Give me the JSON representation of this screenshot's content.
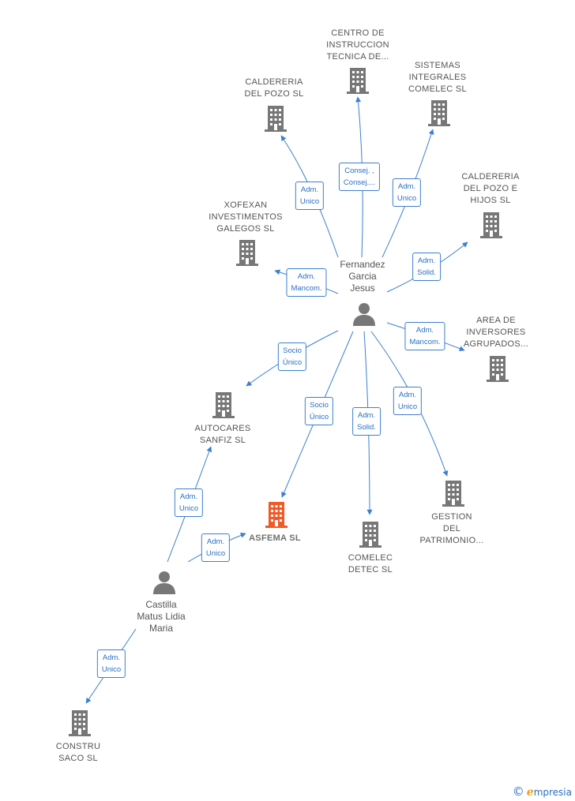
{
  "companies": {
    "centro": {
      "label": "CENTRO DE\nINSTRUCCION\nTECNICA DE...",
      "color": "#777777"
    },
    "calderera_pozo_sl": {
      "label": "CALDERERIA\nDEL POZO  SL",
      "color": "#777777"
    },
    "sistemas": {
      "label": "SISTEMAS\nINTEGRALES\nCOMELEC SL",
      "color": "#777777"
    },
    "calderera_hijos": {
      "label": "CALDERERIA\nDEL POZO E\nHIJOS  SL",
      "color": "#777777"
    },
    "xofexan": {
      "label": "XOFEXAN\nINVESTIMENTOS\nGALEGOS SL",
      "color": "#777777"
    },
    "area": {
      "label": "AREA DE\nINVERSORES\nAGRUPADOS...",
      "color": "#777777"
    },
    "autocares": {
      "label": "AUTOCARES\nSANFIZ  SL",
      "color": "#777777"
    },
    "asfema": {
      "label": "ASFEMA  SL",
      "color": "#f05a28"
    },
    "comelec": {
      "label": "COMELEC\nDETEC  SL",
      "color": "#777777"
    },
    "gestion": {
      "label": "GESTION\nDEL\nPATRIMONIO...",
      "color": "#777777"
    },
    "constru": {
      "label": "CONSTRU\nSACO SL",
      "color": "#777777"
    }
  },
  "persons": {
    "fernandez": {
      "label": "Fernandez\nGarcia\nJesus"
    },
    "castilla": {
      "label": "Castilla\nMatus Lidia\nMaria"
    }
  },
  "edge_labels": {
    "e_calderera_sl": "Adm.\nUnico",
    "e_centro": "Consej. ,\nConsej....",
    "e_sistemas": "Adm.\nUnico",
    "e_hijos": "Adm.\nSolid.",
    "e_xofexan": "Adm.\nMancom.",
    "e_area": "Adm.\nMancom.",
    "e_autocares_f": "Socio\nÚnico",
    "e_asfema_f": "Socio\nÚnico",
    "e_comelec": "Adm.\nSolid.",
    "e_gestion": "Adm.\nUnico",
    "e_autocares_c": "Adm.\nUnico",
    "e_asfema_c": "Adm.\nUnico",
    "e_constru": "Adm.\nUnico"
  },
  "colors": {
    "edge": "#3b7fd0",
    "node_icon": "#777777",
    "focus": "#f05a28"
  },
  "footer": {
    "copyright": "©",
    "brand_initial": "e",
    "brand_rest": "mpresia"
  }
}
